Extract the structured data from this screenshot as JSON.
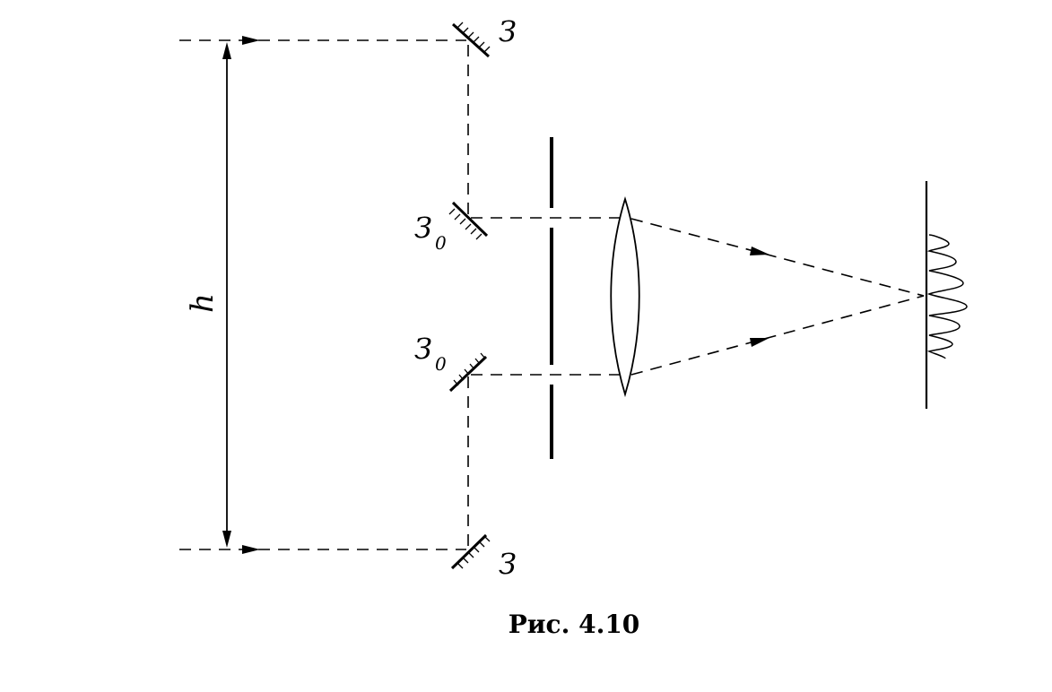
{
  "labels": {
    "h": "h",
    "mirror_top": "З",
    "mirror_bottom": "З",
    "mirror_inner_top_main": "З",
    "mirror_inner_top_sub": "0",
    "mirror_inner_bottom_main": "З",
    "mirror_inner_bottom_sub": "0"
  },
  "caption": "Рис. 4.10",
  "colors": {
    "ink": "#000000",
    "background": "#ffffff"
  }
}
